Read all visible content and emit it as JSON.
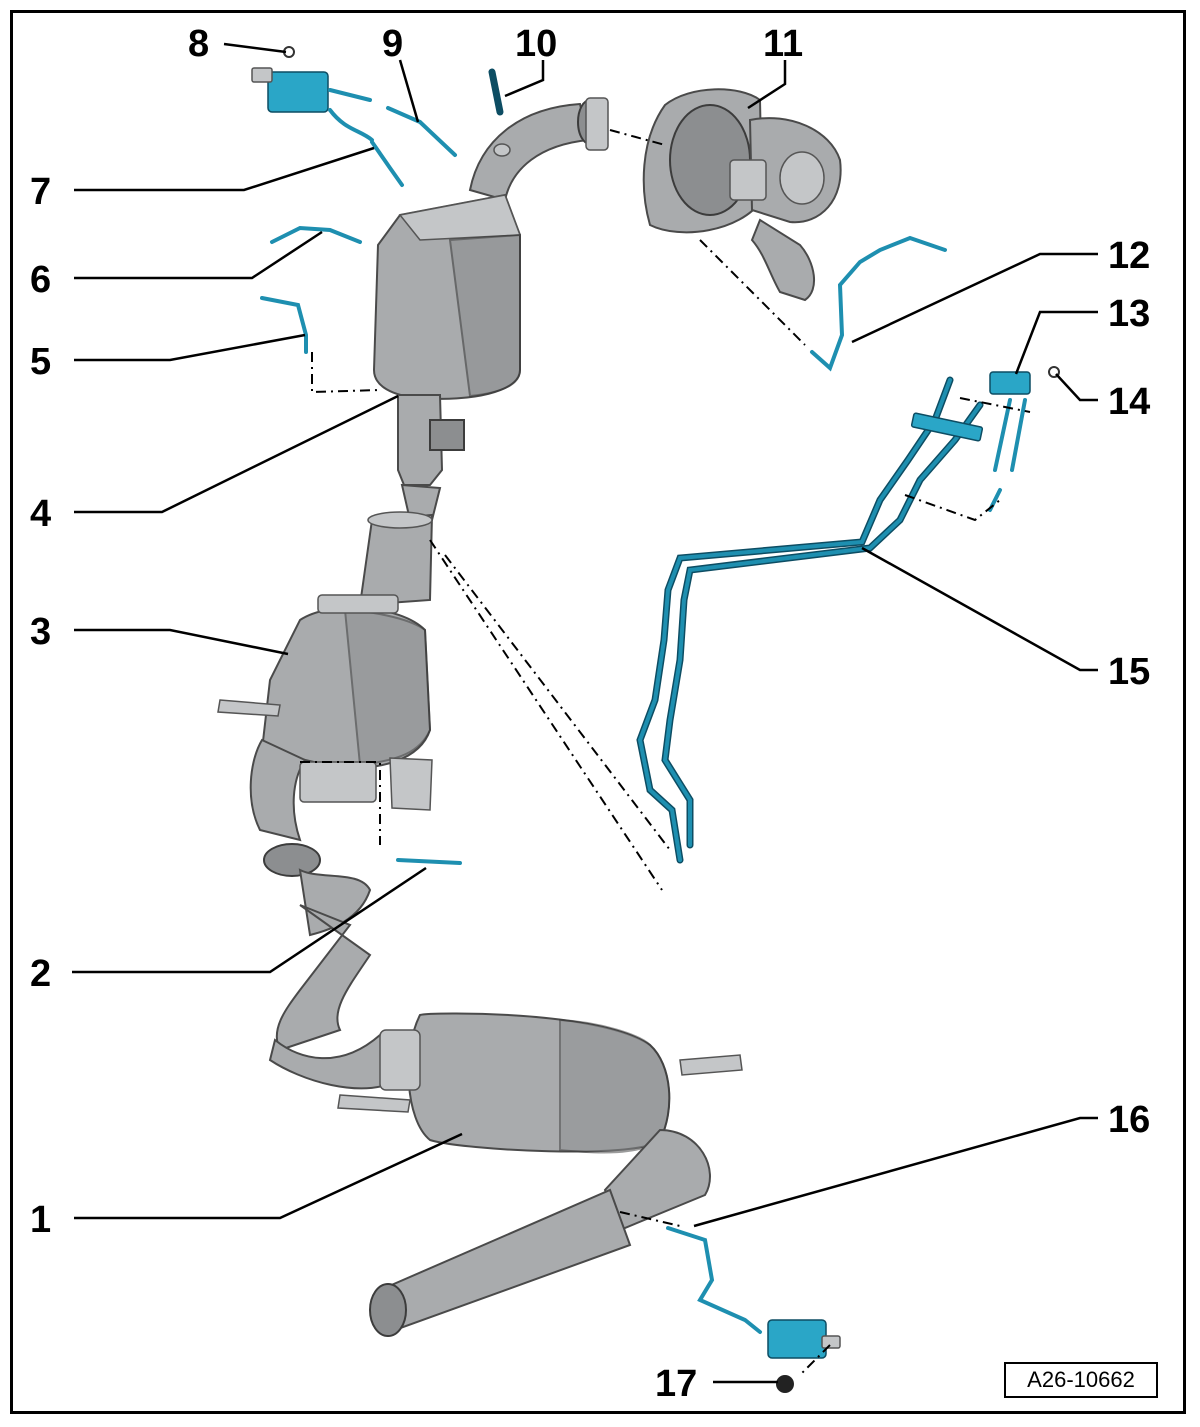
{
  "callouts": [
    {
      "number": "1"
    },
    {
      "number": "2"
    },
    {
      "number": "3"
    },
    {
      "number": "4"
    },
    {
      "number": "5"
    },
    {
      "number": "6"
    },
    {
      "number": "7"
    },
    {
      "number": "8"
    },
    {
      "number": "9"
    },
    {
      "number": "10"
    },
    {
      "number": "11"
    },
    {
      "number": "12"
    },
    {
      "number": "13"
    },
    {
      "number": "14"
    },
    {
      "number": "15"
    },
    {
      "number": "16"
    },
    {
      "number": "17"
    }
  ],
  "reference_code": "A26-10662",
  "colors": {
    "metal": "#a9abad",
    "sensor_blue": "#2aa6c7",
    "line": "#000000"
  }
}
